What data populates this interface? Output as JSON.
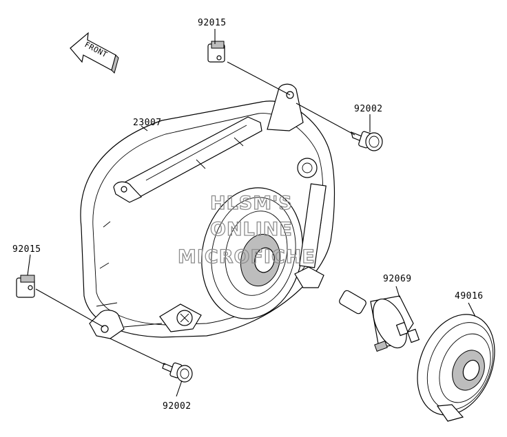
{
  "front_arrow": {
    "label": "FRONT",
    "icon": "front-direction-arrow-icon"
  },
  "callouts": [
    {
      "id": "92015-top",
      "part": "92015"
    },
    {
      "id": "92002-top",
      "part": "92002"
    },
    {
      "id": "23007",
      "part": "23007"
    },
    {
      "id": "92015-left",
      "part": "92015"
    },
    {
      "id": "92069",
      "part": "92069"
    },
    {
      "id": "49016",
      "part": "49016"
    },
    {
      "id": "92002-bottom",
      "part": "92002"
    }
  ],
  "watermark": {
    "line1": "HLSM'S",
    "line2": "ONLINE",
    "line3": "MICROFICHE",
    "color": "#8c8c8c"
  }
}
